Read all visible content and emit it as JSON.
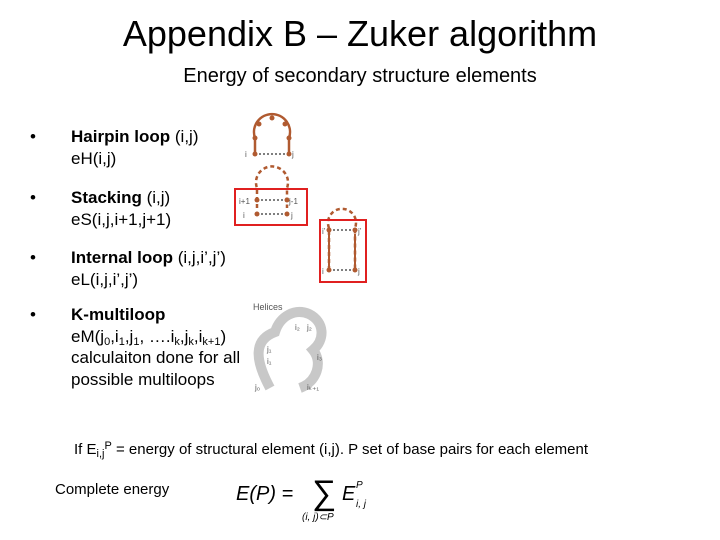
{
  "title": "Appendix B – Zuker algorithm",
  "subtitle": "Energy of secondary structure elements",
  "bullets": {
    "hairpin": {
      "bold": "Hairpin loop",
      "args": " (i,j)",
      "sub": "eH(i,j)"
    },
    "stacking": {
      "bold": "Stacking",
      "args": " (i,j)",
      "sub": "eS(i,j,i+1,j+1)"
    },
    "internal": {
      "bold": "Internal loop",
      "args": " (i,j,i’,j’)",
      "sub": "eL(i,j,i’,j’)"
    },
    "multiloop": {
      "bold": "K-multiloop",
      "sub_prefix": "eM(j",
      "s0": "0",
      "t1": ",i",
      "s1": "1",
      "t2": ",j",
      "s2": "1",
      "t3": ", ….i",
      "sk": "k",
      "t4": ",j",
      "sk2": "k",
      "t5": ",i",
      "sk1": "k+1",
      "t6": ")",
      "line3": "calculaiton done for all",
      "line4": "possible multiloops"
    }
  },
  "note": {
    "pre": "If E",
    "sub": "i,j",
    "sup": "P",
    "post": " = energy of structural element (i,j). P set of base pairs for each element"
  },
  "complete_label": "Complete energy",
  "formula": {
    "lhs": "E(P) =",
    "sum": "∑",
    "under": "(i, j)⊂P",
    "term": "E",
    "term_sup": "P",
    "term_sub": "i, j"
  },
  "diagram_labels": {
    "hairpin_i": "i",
    "hairpin_j": "j",
    "stack_i1": "i+1",
    "stack_j1": "j-1",
    "stack_i": "i",
    "stack_j": "j",
    "int_i1": "i’",
    "int_j1": "j’",
    "int_i": "i",
    "int_j": "j",
    "helices": "Helices",
    "ml_i2": "i₂",
    "ml_j2": "j₂",
    "ml_j1": "j₁",
    "ml_i1": "i₁",
    "ml_i3": "i₃",
    "ml_j0": "j₀",
    "ml_ik1": "iₖ₊₁"
  },
  "colors": {
    "strand": "#b05a30",
    "pair": "#555555",
    "highlight": "#e02020"
  }
}
